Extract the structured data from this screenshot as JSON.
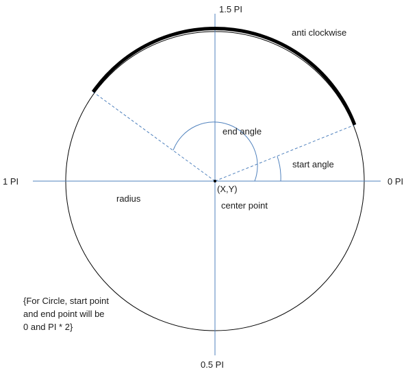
{
  "axis_labels": {
    "right": "0 PI",
    "bottom": "0.5 PI",
    "left": "1 PI",
    "top": "1.5 PI"
  },
  "annotations": {
    "direction": "anti clockwise",
    "end_angle": "end angle",
    "start_angle": "start angle",
    "center_coords": "(X,Y)",
    "center_point": "center point",
    "radius": "radius",
    "note_line1": "{For Circle, start point",
    "note_line2": "and end point will be",
    "note_line3": "0 and PI * 2}"
  },
  "colors": {
    "axis": "#4f81bd",
    "circle": "#000000",
    "arc_highlight": "#000000",
    "text": "#1a1a1a"
  }
}
